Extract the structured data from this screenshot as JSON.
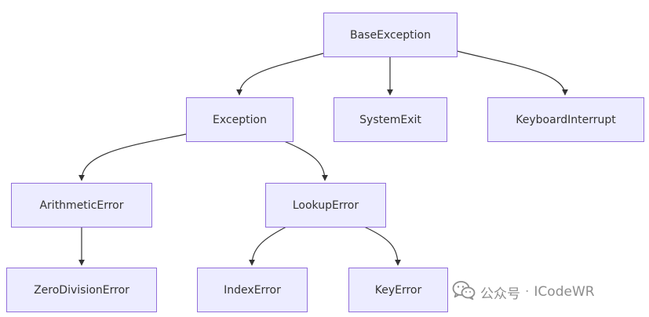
{
  "diagram": {
    "nodes": [
      {
        "id": "base",
        "label": "BaseException"
      },
      {
        "id": "exception",
        "label": "Exception"
      },
      {
        "id": "systemexit",
        "label": "SystemExit"
      },
      {
        "id": "keyboardinterrupt",
        "label": "KeyboardInterrupt"
      },
      {
        "id": "arithmetic",
        "label": "ArithmeticError"
      },
      {
        "id": "lookup",
        "label": "LookupError"
      },
      {
        "id": "zerodivision",
        "label": "ZeroDivisionError"
      },
      {
        "id": "index",
        "label": "IndexError"
      },
      {
        "id": "key",
        "label": "KeyError"
      }
    ],
    "edges": [
      {
        "from": "base",
        "to": "exception"
      },
      {
        "from": "base",
        "to": "systemexit"
      },
      {
        "from": "base",
        "to": "keyboardinterrupt"
      },
      {
        "from": "exception",
        "to": "arithmetic"
      },
      {
        "from": "exception",
        "to": "lookup"
      },
      {
        "from": "arithmetic",
        "to": "zerodivision"
      },
      {
        "from": "lookup",
        "to": "index"
      },
      {
        "from": "lookup",
        "to": "key"
      }
    ],
    "colors": {
      "node_fill": "#ececff",
      "node_stroke": "#9370db",
      "edge": "#333333",
      "text": "#333333"
    }
  },
  "watermark": {
    "icon": "wechat-icon",
    "text": "公众号",
    "separator": "·",
    "account": "ICodeWR"
  }
}
